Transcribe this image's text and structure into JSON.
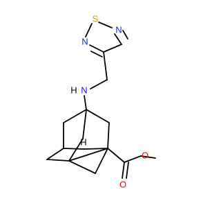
{
  "molecule": {
    "atoms": {
      "s_ring": {
        "symbol": "S"
      },
      "n_ring_top": {
        "symbol": "N"
      },
      "n_ring_left": {
        "symbol": "N"
      },
      "n_amine": {
        "symbol": "H"
      },
      "n_amine_n": {
        "symbol": "N"
      },
      "h_bridge": {
        "symbol": "H"
      },
      "o_ester": {
        "symbol": "O"
      },
      "o_carbonyl": {
        "symbol": "O"
      }
    },
    "colors": {
      "bond": "#000000",
      "sulfur": "#c8a400",
      "nitrogen": "#1a1aff",
      "oxygen": "#ff0000",
      "hydrogen": "#000000"
    }
  }
}
